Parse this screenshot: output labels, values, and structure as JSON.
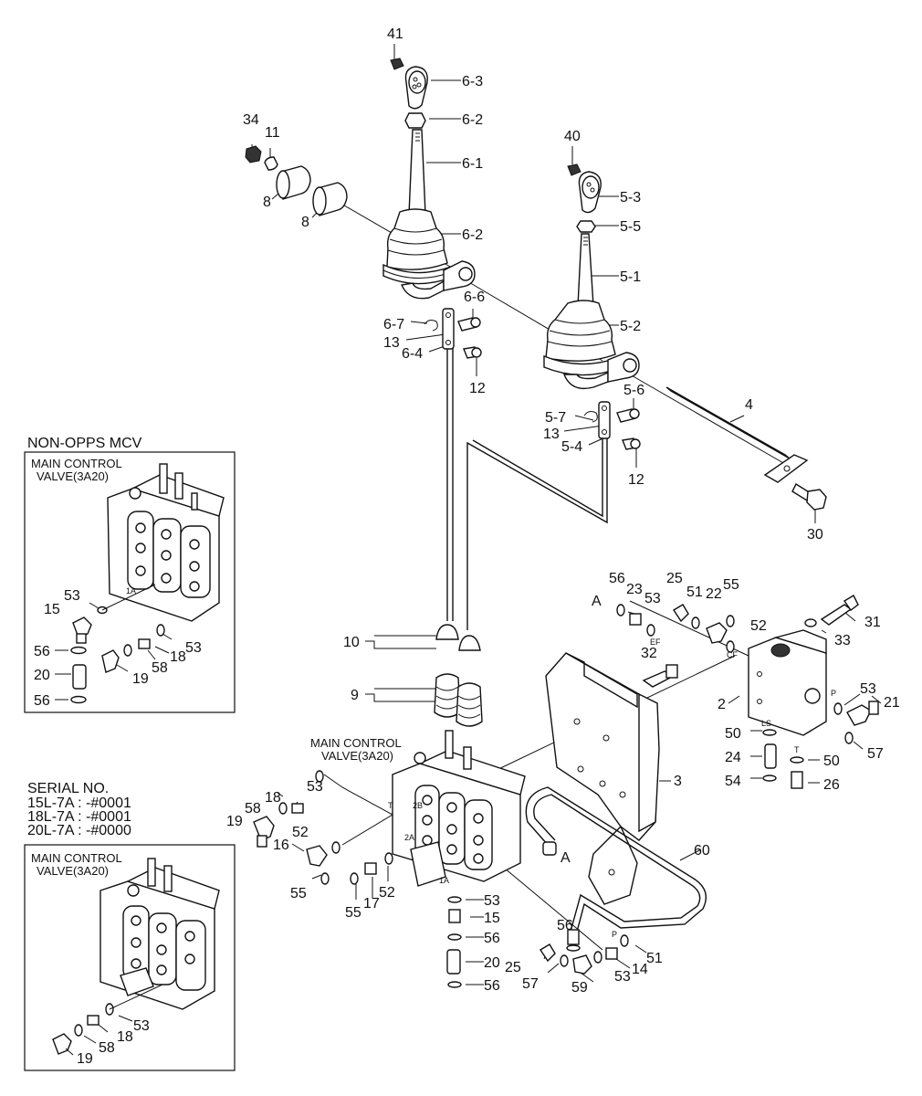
{
  "headings": {
    "non_opps": "NON-OPPS MCV",
    "mcv_box1": [
      "MAIN CONTROL",
      "VALVE(3A20)"
    ],
    "mcv_center": [
      "MAIN CONTROL",
      "VALVE(3A20)"
    ],
    "mcv_box2": [
      "MAIN CONTROL",
      "VALVE(3A20)"
    ],
    "serial_title": "SERIAL NO.",
    "serial_lines": [
      "15L-7A : -#0001",
      "18L-7A : -#0001",
      "20L-7A : -#0000"
    ]
  },
  "port_marks": [
    "1A",
    "T",
    "2B",
    "2A",
    "1A",
    "EF",
    "CF",
    "LS",
    "T",
    "P",
    "P"
  ],
  "callouts": [
    "41",
    "6-3",
    "6-2",
    "34",
    "11",
    "6-1",
    "8",
    "8",
    "6-2",
    "40",
    "5-3",
    "5-5",
    "5-1",
    "6-6",
    "6-7",
    "13",
    "6-4",
    "12",
    "5-2",
    "5-6",
    "5-7",
    "13",
    "5-4",
    "12",
    "4",
    "30",
    "53",
    "15",
    "53",
    "56",
    "58",
    "18",
    "20",
    "19",
    "56",
    "10",
    "9",
    "32",
    "56",
    "23",
    "25",
    "51",
    "22",
    "55",
    "53",
    "52",
    "31",
    "33",
    "A",
    "2",
    "53",
    "21",
    "50",
    "24",
    "50",
    "54",
    "26",
    "57",
    "3",
    "53",
    "18",
    "58",
    "19",
    "52",
    "16",
    "55",
    "55",
    "17",
    "52",
    "53",
    "15",
    "56",
    "20",
    "56",
    "60",
    "A",
    "56",
    "25",
    "57",
    "59",
    "53",
    "14",
    "51",
    "53",
    "18",
    "58",
    "19"
  ]
}
